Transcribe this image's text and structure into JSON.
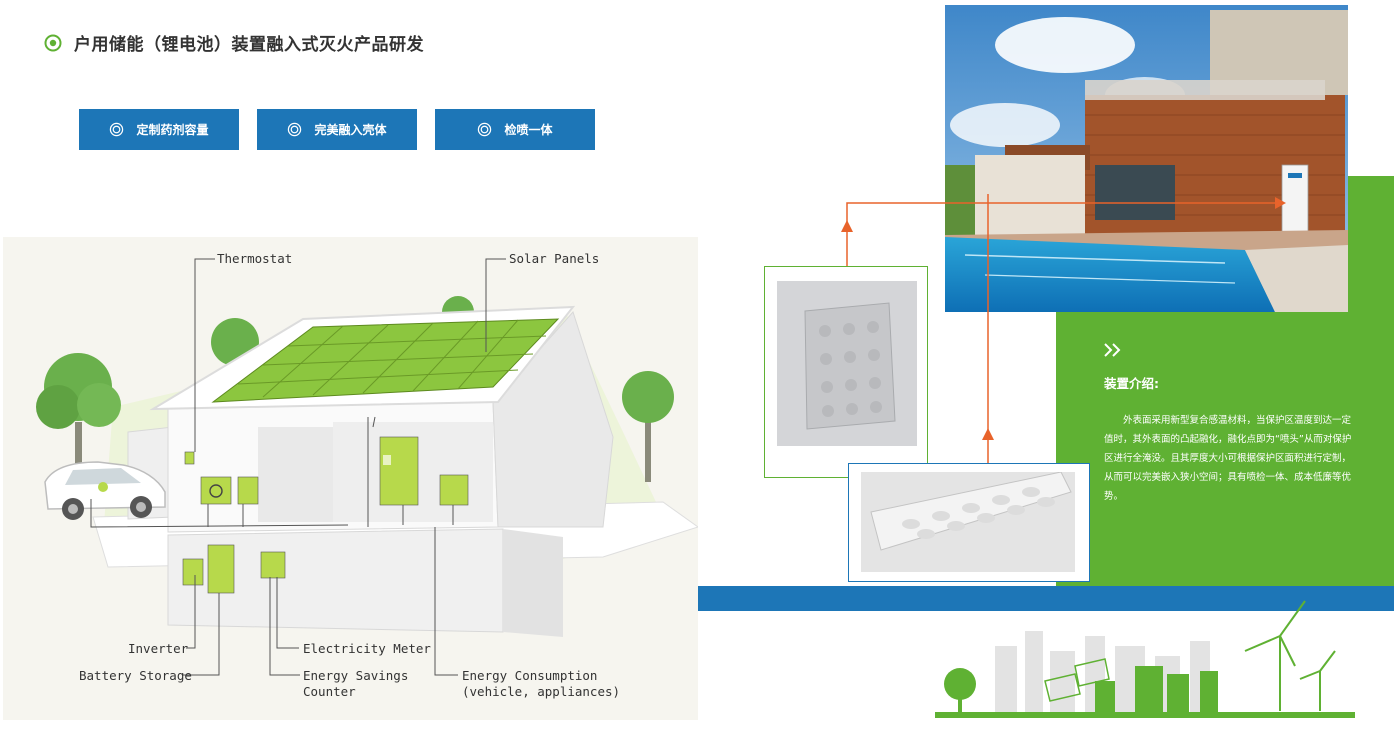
{
  "header": {
    "title": "户用储能（锂电池）装置融入式灭火产品研发"
  },
  "features": [
    {
      "label": "定制药剂容量",
      "icon": "ring-icon"
    },
    {
      "label": "完美融入壳体",
      "icon": "ring-icon"
    },
    {
      "label": "检喷一体",
      "icon": "ring-icon"
    }
  ],
  "diagram": {
    "labels": {
      "thermostat": "Thermostat",
      "solar_panels": "Solar Panels",
      "inverter": "Inverter",
      "battery_storage": "Battery Storage",
      "electricity_meter": "Electricity Meter",
      "energy_savings_1": "Energy Savings",
      "energy_savings_2": "Counter",
      "energy_consumption_1": "Energy Consumption",
      "energy_consumption_2": "(vehicle, appliances)"
    }
  },
  "intro": {
    "heading": "装置介绍:",
    "body": "外表面采用新型复合感温材料，当保护区温度到达一定值时，其外表面的凸起融化，融化点即为“喷头”从而对保护区进行全淹没。且其厚度大小可根据保护区面积进行定制，从而可以完美嵌入狭小空间；具有喷检一体、成本低廉等优势。"
  },
  "colors": {
    "brand_blue": "#1d76b7",
    "brand_green": "#5fb133",
    "arrow_orange": "#e8632b"
  }
}
